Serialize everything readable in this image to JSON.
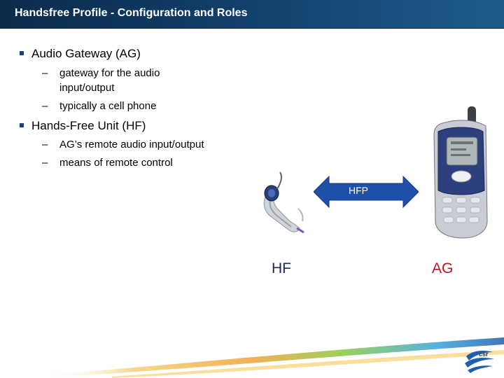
{
  "slide": {
    "title": "Handsfree Profile - Configuration and Roles"
  },
  "content": {
    "bullets": [
      {
        "text": "Audio Gateway (AG)",
        "subitems": [
          "gateway for the audio",
          "input/output",
          "typically a cell phone"
        ]
      },
      {
        "text": "Hands-Free Unit (HF)",
        "subitems": [
          "AG’s remote audio input/output",
          "means of remote control"
        ]
      }
    ],
    "dash": "–"
  },
  "diagram": {
    "arrow_label": "HFP",
    "hf_label": "HF",
    "ag_label": "AG",
    "arrow_color": "#1f4fa8",
    "hf_color": "#17285a",
    "ag_color": "#c0141c"
  },
  "footer": {
    "logo_text": "csr"
  }
}
